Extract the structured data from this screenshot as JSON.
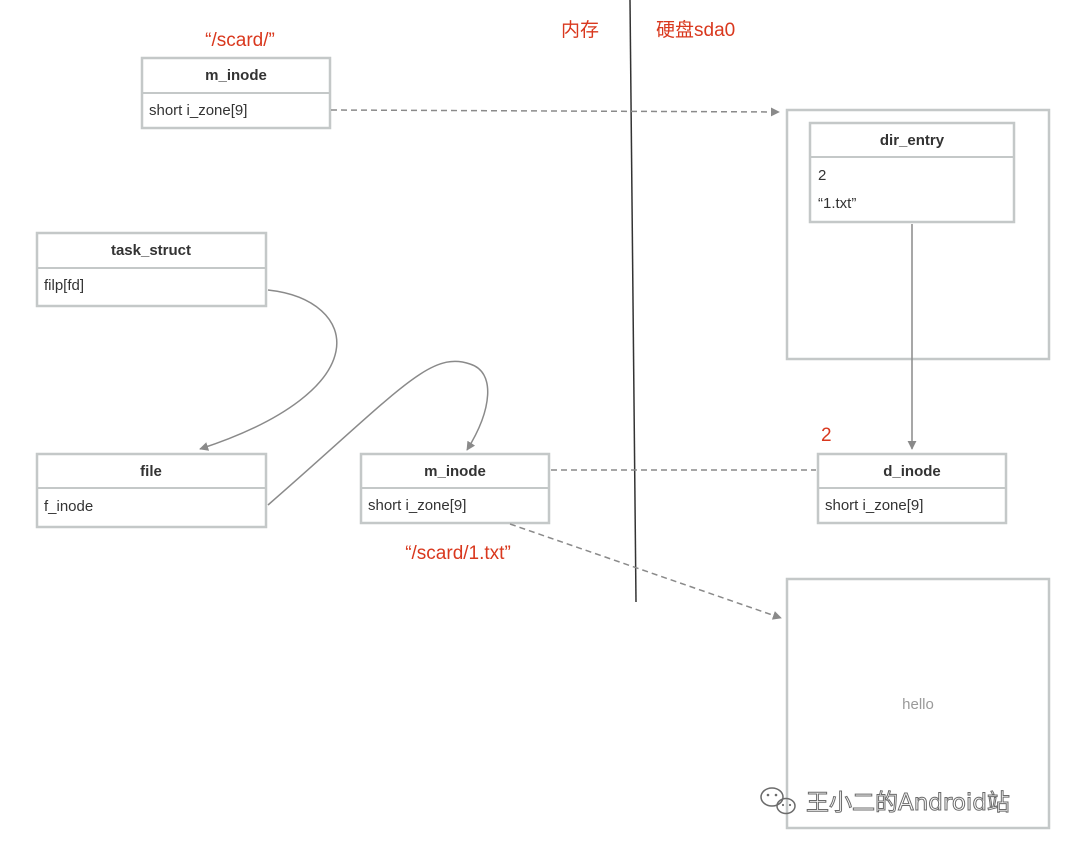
{
  "region_labels": {
    "memory": "内存",
    "disk": "硬盘sda0"
  },
  "path_labels": {
    "root": "“/scard/”",
    "file": "“/scard/1.txt”"
  },
  "inode_number": "2",
  "boxes": {
    "root_inode": {
      "title": "m_inode",
      "field": "short i_zone[9]"
    },
    "task_struct": {
      "title": "task_struct",
      "field": "filp[fd]"
    },
    "file": {
      "title": "file",
      "field": "f_inode"
    },
    "file_inode": {
      "title": "m_inode",
      "field": "short i_zone[9]"
    },
    "dir_entry": {
      "title": "dir_entry",
      "fields": [
        "2",
        "“1.txt”"
      ]
    },
    "disk_inode": {
      "title": "d_inode",
      "field": "short i_zone[9]"
    }
  },
  "data_block_text": "hello",
  "watermark": {
    "icon": "wechat-icon",
    "text": "王小二的Android站"
  },
  "colors": {
    "label_red": "#d9381e",
    "box_border": "#c4c8c8",
    "arrow": "#8a8a8a"
  }
}
